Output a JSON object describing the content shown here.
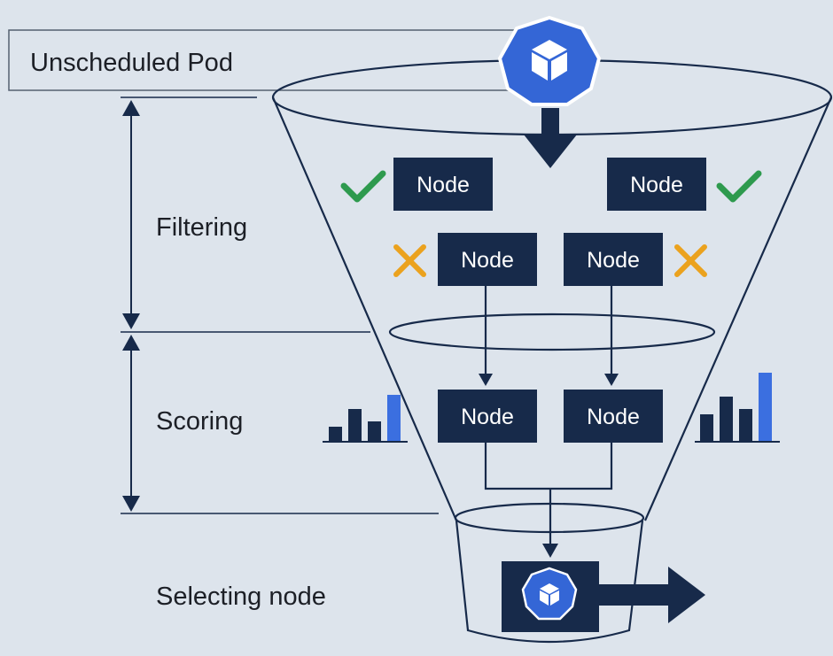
{
  "title_box": {
    "label": "Unscheduled Pod"
  },
  "stages": {
    "filtering": "Filtering",
    "scoring": "Scoring",
    "selecting": "Selecting node"
  },
  "nodes": {
    "filter_pass_left": "Node",
    "filter_pass_right": "Node",
    "filter_fail_left": "Node",
    "filter_fail_right": "Node",
    "score_left": "Node",
    "score_right": "Node"
  },
  "icons": {
    "pod": "kubernetes-pod-icon",
    "pass": "check-icon",
    "fail": "cross-icon",
    "score": "bar-chart-icon",
    "select_arrow": "arrow-right-icon"
  },
  "colors": {
    "background": "#dde4ec",
    "navy": "#172a4a",
    "k8s_blue": "#3466d6",
    "pass_green": "#2e9a4e",
    "fail_orange": "#eba21e",
    "accent_bar": "#3b6fe0"
  }
}
